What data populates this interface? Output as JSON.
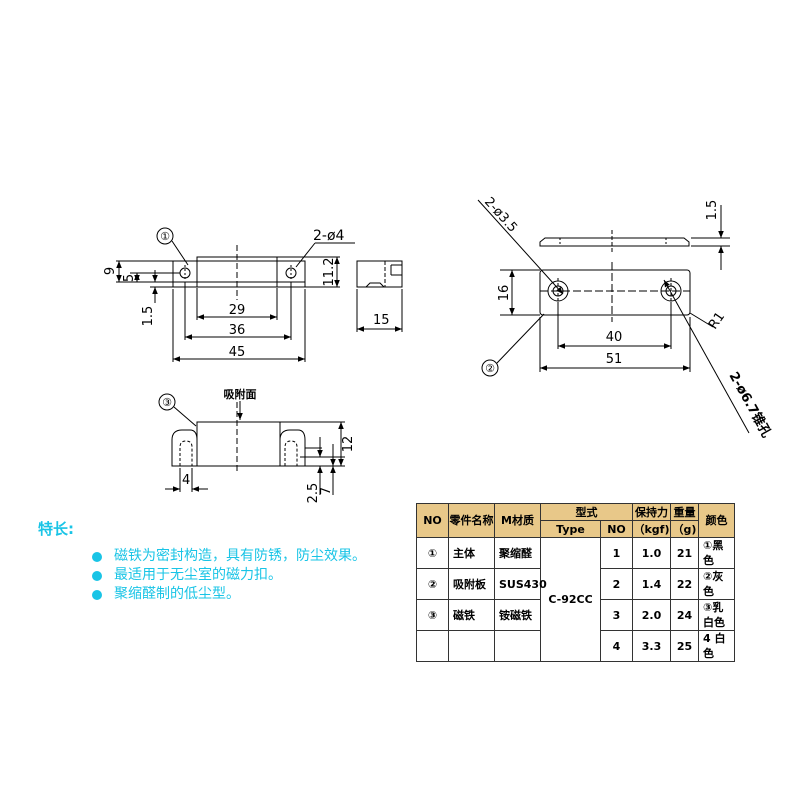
{
  "views": {
    "front": {
      "part1_callout": "①",
      "hole_label": "2-ø4",
      "dims": {
        "d9": "9",
        "d5": "5",
        "d1_5": "1.5",
        "d29": "29",
        "d36": "36",
        "d45": "45",
        "d11_2": "11.2"
      }
    },
    "side": {
      "dims": {
        "d15": "15"
      }
    },
    "bottom": {
      "part3_callout": "③",
      "face_label": "吸附面",
      "dims": {
        "d4": "4",
        "d2_5": "2.5",
        "d7": "7",
        "d12": "12"
      }
    },
    "plate": {
      "part2_callout": "②",
      "hole_label": "2-ø3.5",
      "countersink_label": "2-ø6.7锥孔",
      "radius_label": "R1",
      "dims": {
        "d16": "16",
        "d40": "40",
        "d51": "51",
        "d1_5": "1.5"
      }
    }
  },
  "features": {
    "title": "特长:",
    "items": [
      "磁铁为密封构造，具有防锈，防尘效果。",
      "最适用于无尘室的磁力扣。",
      "聚缩醛制的低尘型。"
    ],
    "color": "#19c4e6"
  },
  "table": {
    "header_color": "#e8c889",
    "headers": {
      "no": "NO",
      "part": "零件名称",
      "material": "M材质",
      "model": "型式",
      "type": "Type",
      "model_no": "NO",
      "force": "保持力",
      "force_unit": "（kgf)",
      "weight": "重量",
      "weight_unit": "（g)",
      "color": "颜色"
    },
    "parts": [
      {
        "no": "①",
        "name": "主体",
        "material": "聚缩醛"
      },
      {
        "no": "②",
        "name": "吸附板",
        "material": "SUS430"
      },
      {
        "no": "③",
        "name": "磁铁",
        "material": "铵磁铁"
      }
    ],
    "type_value": "C-92CC",
    "variants": [
      {
        "no": "1",
        "force": "1.0",
        "weight": "21",
        "color": "①黑色"
      },
      {
        "no": "2",
        "force": "1.4",
        "weight": "22",
        "color": "②灰色"
      },
      {
        "no": "3",
        "force": "2.0",
        "weight": "24",
        "color": "③乳白色"
      },
      {
        "no": "4",
        "force": "3.3",
        "weight": "25",
        "color": "4 白色"
      }
    ]
  }
}
